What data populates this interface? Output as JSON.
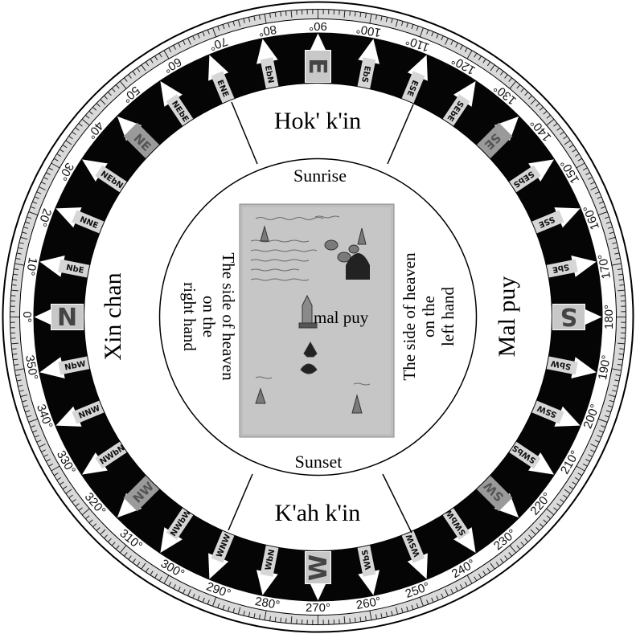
{
  "degree_labels": [
    "0°",
    "10°",
    "20°",
    "30°",
    "40°",
    "50°",
    "60°",
    "70°",
    "80°",
    "90°",
    "100°",
    "110°",
    "120°",
    "130°",
    "140°",
    "150°",
    "160°",
    "170°",
    "180°",
    "190°",
    "200°",
    "210°",
    "220°",
    "230°",
    "240°",
    "250°",
    "260°",
    "270°",
    "280°",
    "290°",
    "300°",
    "310°",
    "320°",
    "330°",
    "340°",
    "350°"
  ],
  "compass_points": [
    {
      "label": "E",
      "bearing": 90,
      "kind": "cardinal"
    },
    {
      "label": "EbS",
      "bearing": 101.25,
      "kind": "minor"
    },
    {
      "label": "ESE",
      "bearing": 112.5,
      "kind": "minor"
    },
    {
      "label": "SEbE",
      "bearing": 123.75,
      "kind": "minor"
    },
    {
      "label": "SE",
      "bearing": 135,
      "kind": "intercardinal"
    },
    {
      "label": "SEbS",
      "bearing": 146.25,
      "kind": "minor"
    },
    {
      "label": "SSE",
      "bearing": 157.5,
      "kind": "minor"
    },
    {
      "label": "SbE",
      "bearing": 168.75,
      "kind": "minor"
    },
    {
      "label": "S",
      "bearing": 180,
      "kind": "cardinal"
    },
    {
      "label": "SbW",
      "bearing": 191.25,
      "kind": "minor"
    },
    {
      "label": "SSW",
      "bearing": 202.5,
      "kind": "minor"
    },
    {
      "label": "SWbS",
      "bearing": 213.75,
      "kind": "minor"
    },
    {
      "label": "SW",
      "bearing": 225,
      "kind": "intercardinal"
    },
    {
      "label": "SWbW",
      "bearing": 236.25,
      "kind": "minor"
    },
    {
      "label": "WSW",
      "bearing": 247.5,
      "kind": "minor"
    },
    {
      "label": "WbS",
      "bearing": 258.75,
      "kind": "minor"
    },
    {
      "label": "W",
      "bearing": 270,
      "kind": "cardinal"
    },
    {
      "label": "WbN",
      "bearing": 281.25,
      "kind": "minor"
    },
    {
      "label": "WNW",
      "bearing": 292.5,
      "kind": "minor"
    },
    {
      "label": "NWbW",
      "bearing": 303.75,
      "kind": "minor"
    },
    {
      "label": "NW",
      "bearing": 315,
      "kind": "intercardinal"
    },
    {
      "label": "NWbN",
      "bearing": 326.25,
      "kind": "minor"
    },
    {
      "label": "NNW",
      "bearing": 337.5,
      "kind": "minor"
    },
    {
      "label": "NbW",
      "bearing": 348.75,
      "kind": "minor"
    },
    {
      "label": "N",
      "bearing": 0,
      "kind": "cardinal"
    },
    {
      "label": "NbE",
      "bearing": 11.25,
      "kind": "minor"
    },
    {
      "label": "NNE",
      "bearing": 22.5,
      "kind": "minor"
    },
    {
      "label": "NEbN",
      "bearing": 33.75,
      "kind": "minor"
    },
    {
      "label": "NE",
      "bearing": 45,
      "kind": "intercardinal"
    },
    {
      "label": "NEbE",
      "bearing": 56.25,
      "kind": "minor"
    },
    {
      "label": "ENE",
      "bearing": 67.5,
      "kind": "minor"
    },
    {
      "label": "EbN",
      "bearing": 78.75,
      "kind": "minor"
    }
  ],
  "quadrants": {
    "top": "Hok' k'in",
    "bottom": "K'ah k'in",
    "left": "Xin chan",
    "right": "Mal puy"
  },
  "inner_labels": {
    "sunrise": "Sunrise",
    "sunset": "Sunset",
    "left_side": [
      "The side of heaven",
      "on the",
      "right hand"
    ],
    "right_side": [
      "The side of heaven",
      "on the",
      "left hand"
    ]
  },
  "manuscript": {
    "caption": "mal puy"
  }
}
